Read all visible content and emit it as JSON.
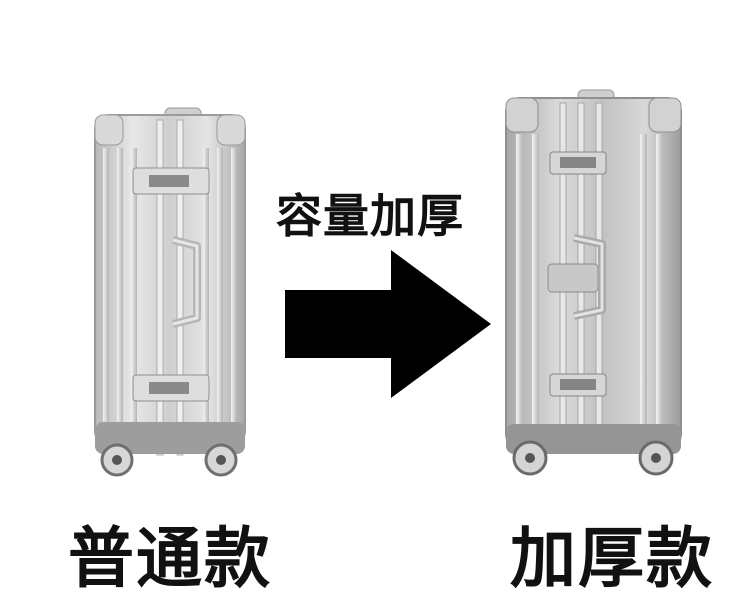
{
  "labels": {
    "normal": "普通款",
    "thick": "加厚款",
    "upgrade": "容量加厚"
  },
  "colors": {
    "background": "#ffffff",
    "text": "#111111",
    "arrow": "#000000",
    "case_silver": "#c9c9c9"
  },
  "icons": [
    "arrow-right-icon",
    "suitcase-normal-image",
    "suitcase-thick-image"
  ]
}
